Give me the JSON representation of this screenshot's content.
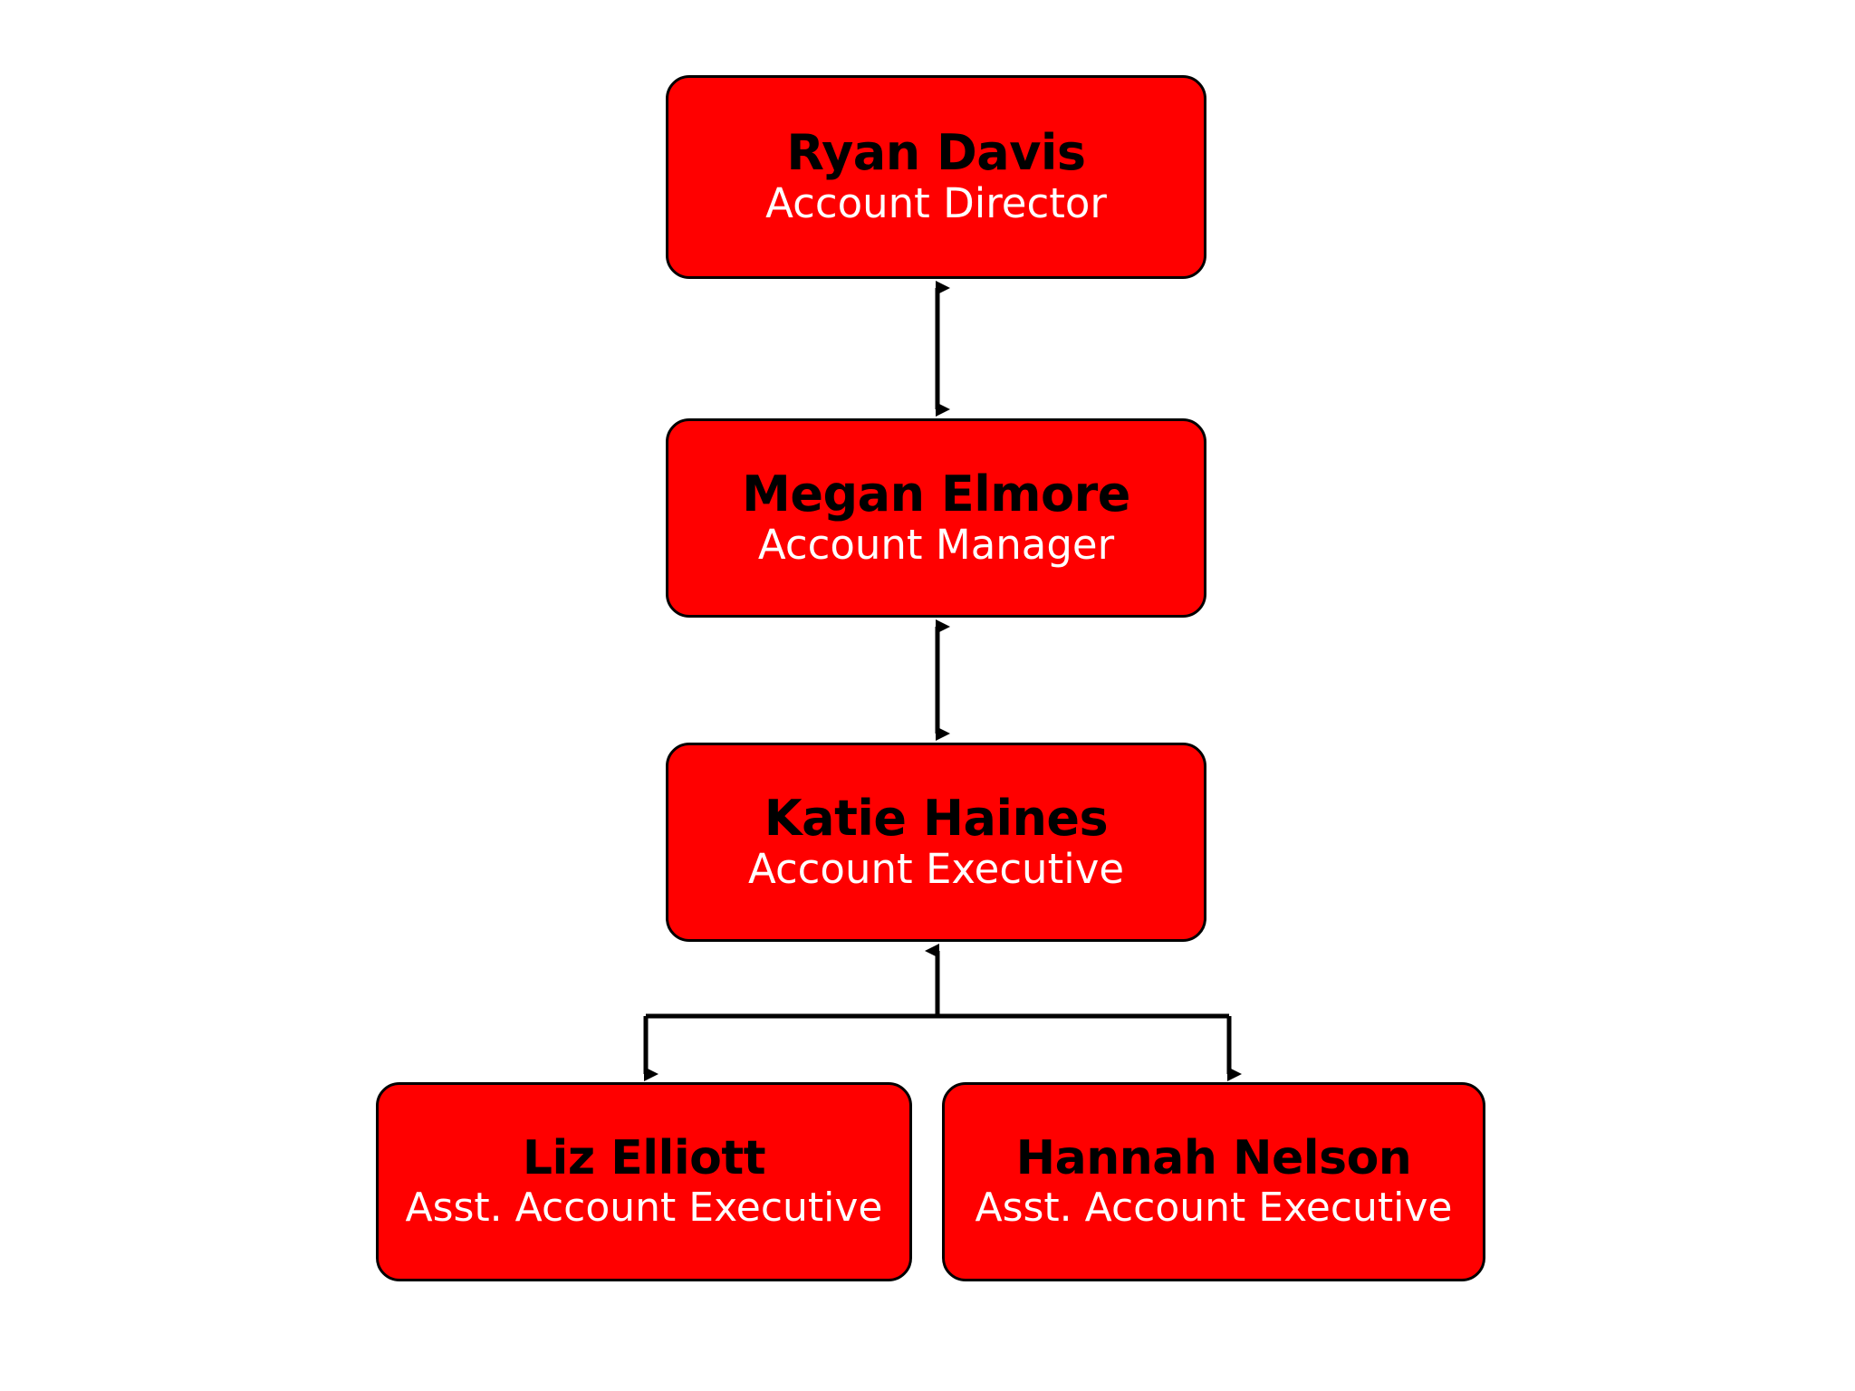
{
  "chart": {
    "type": "org-chart",
    "background_color": "#FFFFFF",
    "node_fill_color": "#FF0000",
    "node_border_color": "#000000",
    "name_text_color": "#000000",
    "title_text_color": "#FFFFFF",
    "connector_color": "#000000"
  },
  "nodes": [
    {
      "id": "director",
      "name": "Ryan Davis",
      "title": "Account Director",
      "level": 1
    },
    {
      "id": "manager",
      "name": "Megan Elmore",
      "title": "Account Manager",
      "level": 2
    },
    {
      "id": "executive",
      "name": "Katie Haines",
      "title": "Account Executive",
      "level": 3
    },
    {
      "id": "asst_left",
      "name": "Liz Elliott",
      "title": "Asst. Account Executive",
      "level": 4
    },
    {
      "id": "asst_right",
      "name": "Hannah Nelson",
      "title": "Asst. Account Executive",
      "level": 4
    }
  ],
  "connectors": [
    {
      "id": "director_manager",
      "from": "director",
      "to": "manager",
      "style": "double-arrow"
    },
    {
      "id": "manager_executive",
      "from": "manager",
      "to": "executive",
      "style": "double-arrow"
    },
    {
      "id": "executive_branch",
      "from": "executive",
      "to": "asst_left,asst_right",
      "style": "branch-arrow"
    }
  ]
}
